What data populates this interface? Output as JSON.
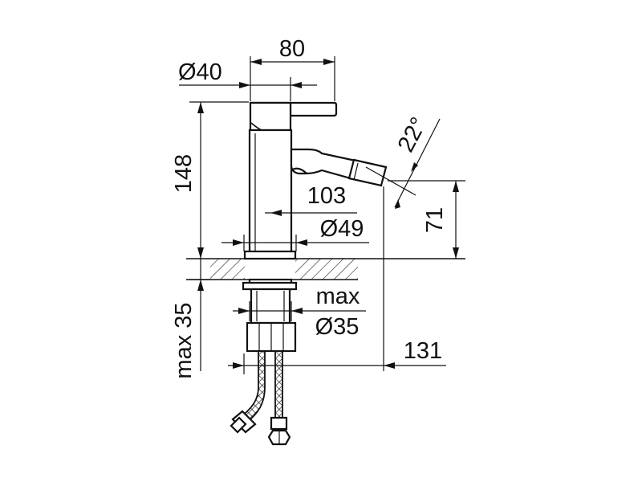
{
  "dimensions": {
    "width": "80",
    "base_diameter": "Ø40",
    "height": "148",
    "spout_angle": "22°",
    "reach": "103",
    "body_diameter": "Ø49",
    "spout_height": "71",
    "max_label": "max",
    "hole_diameter": "Ø35",
    "max_thickness": "max 35",
    "total_reach": "131"
  },
  "colors": {
    "line": "#111111",
    "background": "#ffffff"
  }
}
